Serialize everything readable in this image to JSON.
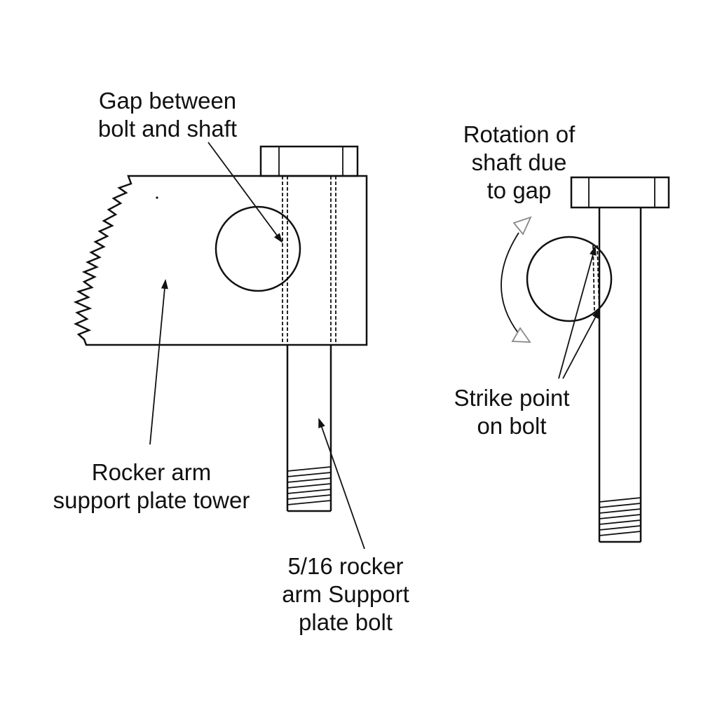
{
  "labels": {
    "gap": [
      "Gap between",
      "bolt and shaft"
    ],
    "rotation": [
      "Rotation of",
      "shaft due",
      "to gap"
    ],
    "strike": [
      "Strike point",
      "on bolt"
    ],
    "tower": [
      "Rocker arm",
      "support plate tower"
    ],
    "bolt": [
      "5/16 rocker",
      "arm Support",
      "plate bolt"
    ]
  },
  "colors": {
    "line": "#111111",
    "arrow_gray": "#888888"
  }
}
